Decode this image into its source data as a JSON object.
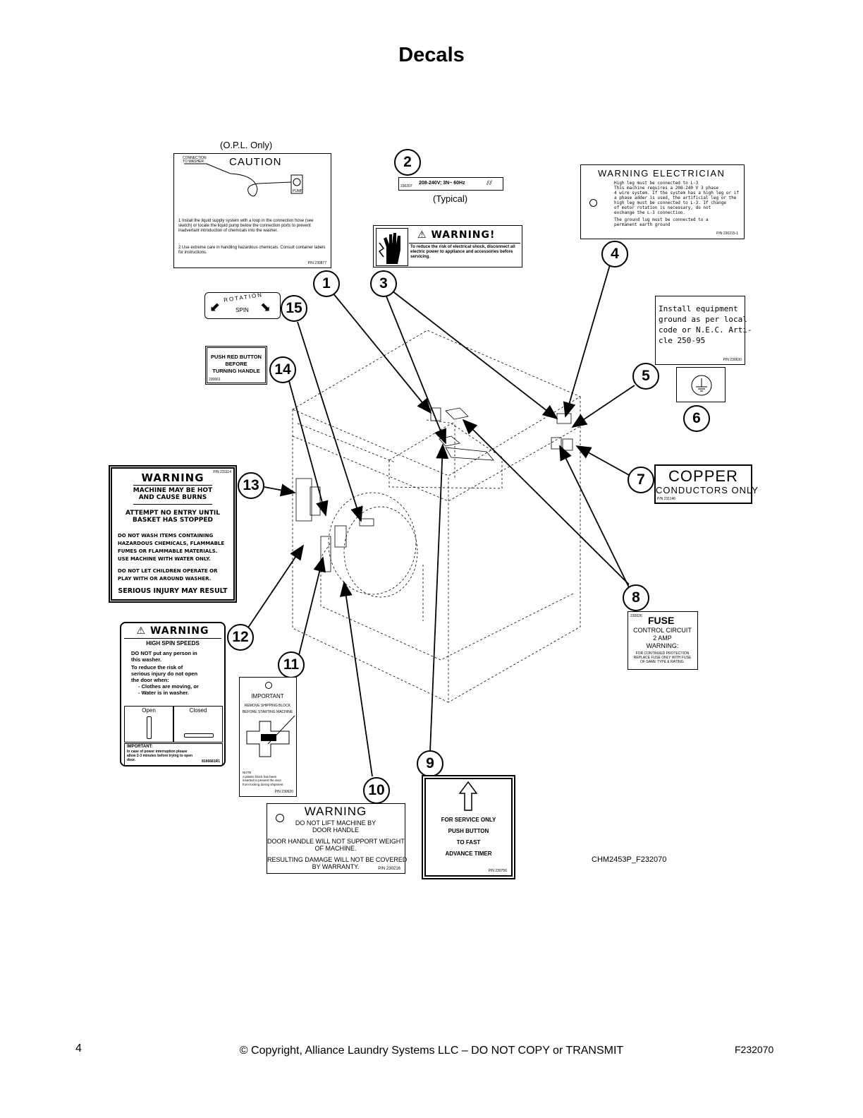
{
  "page_title": "Decals",
  "callouts": [
    "1",
    "2",
    "3",
    "4",
    "5",
    "6",
    "7",
    "8",
    "9",
    "10",
    "11",
    "12",
    "13",
    "14",
    "15"
  ],
  "decal1": {
    "note": "(O.P.L. Only)",
    "conn": "CONNECTION TO WASHER",
    "heading": "CAUTION",
    "pump": "PUMP",
    "item1": "1  Install the liquid supply system with a loop in the connection hose (see sketch) or locate the liquid pump below the connection ports to prevent inadvertant introduction of chemicals into the washer.",
    "item2": "2  Use extreme care in handling hazardous chemicals. Consult container labels for instructions.",
    "pn": "P/N 230877"
  },
  "decal2": {
    "pn": "230207",
    "text": "208-240V; 3N~ 60Hz",
    "note": "(Typical)"
  },
  "decal3": {
    "heading": "WARNING!",
    "text": "To reduce the risk of electrical shock, disconnect all electric power to appliance and accessories before servicing."
  },
  "decal4": {
    "heading": "WARNING ELECTRICIAN",
    "lines": [
      "High leg must be connected to L-3",
      "This machine requires a 208-240 V 3 phase",
      "4 wire system. If the system has a high leg or if",
      "a phase adder is used, the artificial leg or the",
      "high leg must be connected to L-3. If change",
      "of motor rotation is necessary, do not",
      "exchange the L-3 connection.",
      "The ground lug must be connected to a",
      "permanent earth ground"
    ],
    "pn": "P/N 230215-1"
  },
  "decal5": {
    "lines": [
      "Install equipment",
      "ground as per local",
      "code or N.E.C. Arti-",
      "cle 250-95"
    ],
    "pn": "P/N 230630"
  },
  "decal7": {
    "line1": "COPPER",
    "line2": "CONDUCTORS ONLY",
    "pn": "P/N 231146"
  },
  "decal8": {
    "pn": "230626",
    "heading": "FUSE",
    "lines": [
      "CONTROL CIRCUIT",
      "2 AMP",
      "WARNING:"
    ],
    "small": [
      "FOR CONTINUED PROTECTION",
      "REPLACE FUSE ONLY WITH FUSE",
      "OF SAME TYPE & RATING."
    ]
  },
  "decal9": {
    "lines": [
      "FOR SERVICE ONLY",
      "PUSH BUTTON",
      "TO FAST",
      "ADVANCE TIMER"
    ],
    "pn": "P/N 230756"
  },
  "decal10": {
    "heading": "WARNING",
    "lines": [
      "DO NOT LIFT MACHINE BY",
      "DOOR HANDLE",
      "DOOR HANDLE WILL NOT SUPPORT WEIGHT",
      "OF MACHINE.",
      "RESULTING DAMAGE WILL NOT BE COVERED",
      "BY WARRANTY."
    ],
    "pn": "P/N 230216"
  },
  "decal11": {
    "heading": "IMPORTANT",
    "lines": [
      "REMOVE SHIPPING BLOCK",
      "BEFORE STARTING MACHINE"
    ],
    "note": [
      "NOTE",
      "A plastic block has been",
      "inserted to prevent the door",
      "from locking during shipment"
    ],
    "pn": "P/N 230620"
  },
  "decal12": {
    "heading": "WARNING",
    "subheading": "HIGH SPIN SPEEDS",
    "lines": [
      "DO NOT put any person in",
      "this washer.",
      "To reduce the risk of",
      "serious injury do not open",
      "the door when:",
      "- Clothes are moving, or",
      "- Water is in washer."
    ],
    "open": "Open",
    "closed": "Closed",
    "important": "IMPORTANT:",
    "important_text": [
      "In case of power interruption please",
      "allow 2-3 minutes before trying to open",
      "door."
    ],
    "pn": "8166681R1"
  },
  "decal13": {
    "heading": "WARNING",
    "blocks": [
      [
        "MACHINE MAY BE HOT",
        "AND CAUSE BURNS"
      ],
      [
        "ATTEMPT NO ENTRY UNTIL",
        "BASKET HAS STOPPED"
      ],
      [
        "DO NOT WASH ITEMS CONTAINING",
        "HAZARDOUS CHEMICALS, FLAMMABLE",
        "FUMES OR FLAMMABLE MATERIALS.",
        "USE MACHINE WITH WATER ONLY."
      ],
      [
        "DO NOT LET CHILDREN OPERATE OR",
        "PLAY WITH OR AROUND WASHER."
      ],
      [
        "SERIOUS INJURY MAY RESULT"
      ]
    ],
    "pn": "P/N 231114"
  },
  "decal14": {
    "lines": [
      "PUSH RED BUTTON",
      "BEFORE",
      "TURNING HANDLE"
    ],
    "pn": "230661"
  },
  "decal15": {
    "top": "ROTATION",
    "bottom": "SPIN"
  },
  "figure_id": "CHM2453P_F232070",
  "footer": {
    "page_number": "4",
    "copyright": "© Copyright, Alliance Laundry Systems LLC – DO NOT COPY or TRANSMIT",
    "doc_id": "F232070"
  }
}
